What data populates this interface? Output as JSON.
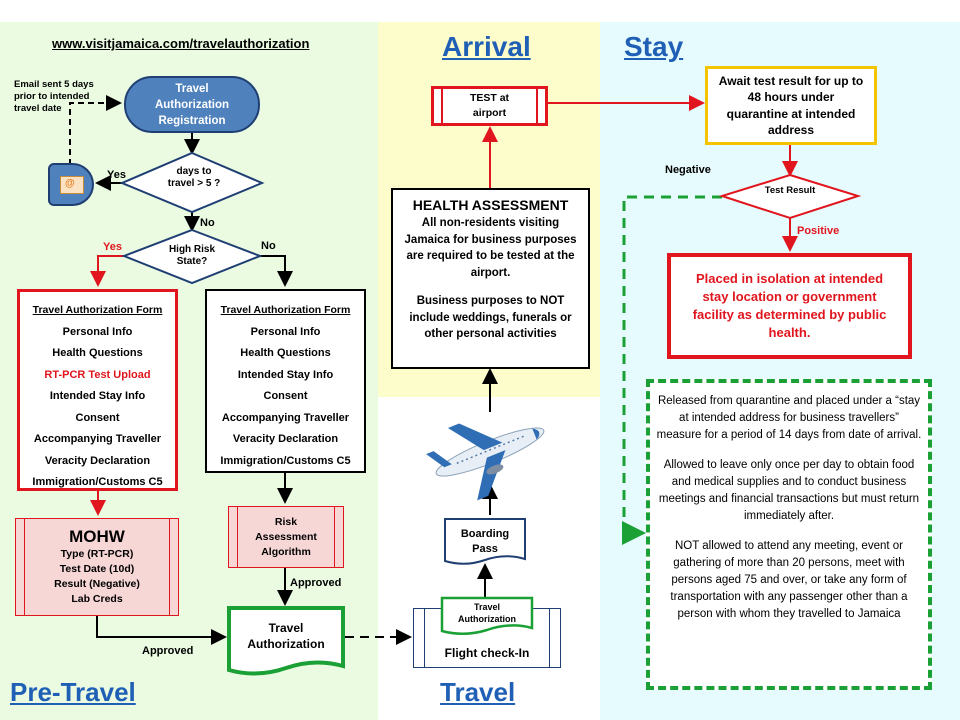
{
  "colors": {
    "pretravel_bg": "#eafbe2",
    "arrival_bg": "#fdfccb",
    "stay_bg": "#e6fbfd",
    "travel_bg": "#ffffff",
    "blue_box": "#1f3f73",
    "blue_fill": "#4f81bd",
    "red": "#e0151d",
    "green": "#1aa034",
    "gold": "#f5c400",
    "title_blue": "#1f5fb5"
  },
  "sections": {
    "pre_travel": "Pre-Travel",
    "arrival": "Arrival",
    "stay": "Stay",
    "travel": "Travel"
  },
  "url": "www.visitjamaica.com/travelauthorization",
  "email_note": "Email sent 5 days prior to intended travel date",
  "registration": "Travel Authorization Registration",
  "days_decision": "days to travel > 5 ?",
  "yes1": "Yes",
  "no1": "No",
  "risk_decision": "High Risk State?",
  "yes2": "Yes",
  "no2": "No",
  "form_left": {
    "title": "Travel Authorization  Form",
    "items": [
      "Personal Info",
      "Health Questions",
      "RT-PCR Test Upload",
      "Intended  Stay Info",
      "Consent",
      "Accompanying Traveller",
      "Veracity Declaration",
      "Immigration/Customs  C5"
    ]
  },
  "form_right": {
    "title": "Travel Authorization  Form",
    "items": [
      "Personal Info",
      "Health Questions",
      "Intended  Stay Info",
      "Consent",
      "Accompanying Traveller",
      "Veracity Declaration",
      "Immigration/Customs  C5"
    ]
  },
  "mohw": {
    "title": "MOHW",
    "lines": [
      "Type (RT-PCR)",
      "Test Date (10d)",
      "Result  (Negative)",
      "Lab Creds"
    ]
  },
  "risk_algo": "Risk Assessment Algorithm",
  "approved1": "Approved",
  "approved2": "Approved",
  "travel_auth": "Travel Authorization",
  "flight_checkin": {
    "tab": "Travel Authorization",
    "label": "Flight  check-In"
  },
  "boarding_pass": "Boarding Pass",
  "health_assessment": {
    "title": "HEALTH ASSESSMENT",
    "p1": "All  non-residents visiting Jamaica for business purposes are required to be tested at the airport.",
    "p2": "Business purposes to NOT include weddings, funerals or other personal activities"
  },
  "test_airport": "TEST  at airport",
  "await_result": "Await test result for up to 48 hours under quarantine at intended address",
  "negative": "Negative",
  "test_result": "Test Result",
  "positive": "Positive",
  "isolation": "Placed in isolation at intended stay location or government facility as determined by public health.",
  "released": {
    "p1": "Released from quarantine and placed under a “stay at intended address for business travellers” measure for a period of 14 days from date of arrival.",
    "p2": "Allowed to leave only once per day to obtain food and medical supplies and to conduct business meetings and financial transactions but must return immediately after.",
    "p3": "NOT allowed to attend any meeting, event or gathering of more than 20 persons, meet with persons aged 75 and over, or take any form of transportation with any passenger other than a person with whom they travelled to Jamaica"
  }
}
